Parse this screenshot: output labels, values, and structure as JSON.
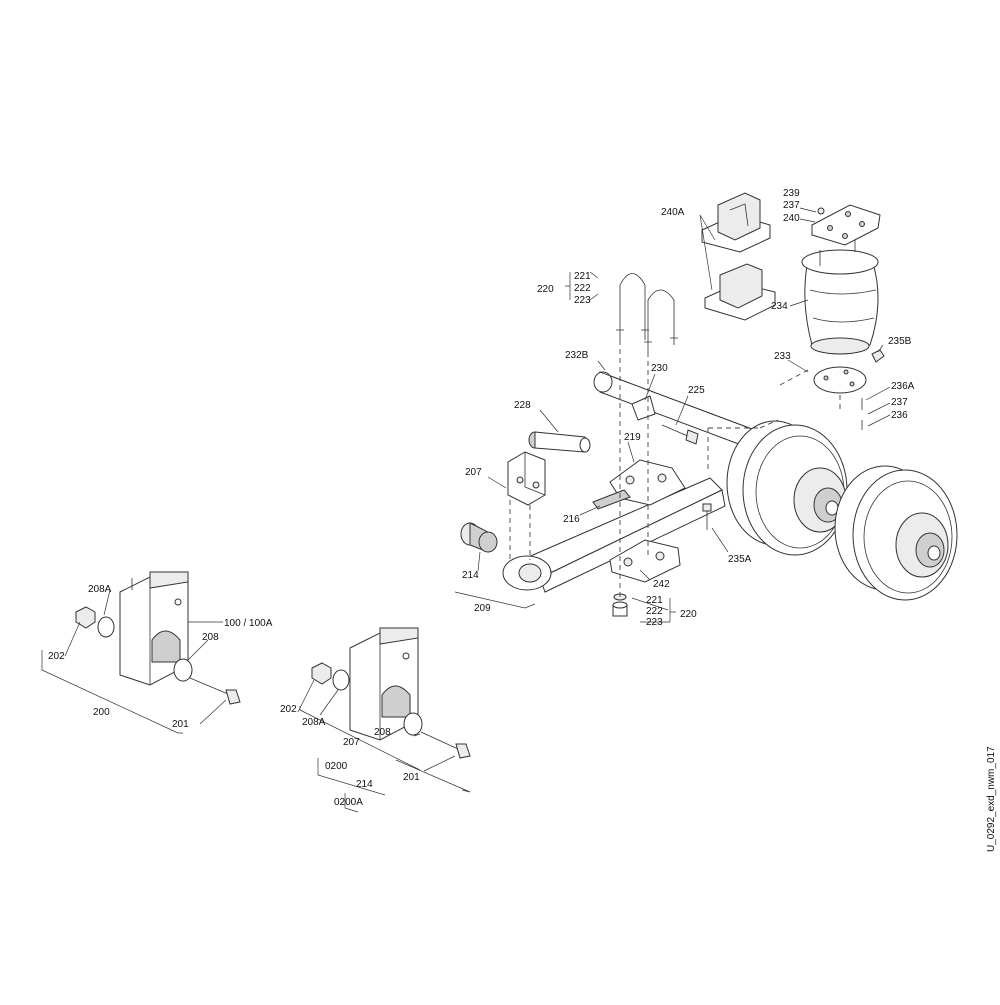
{
  "drawing_id": "U_0292_exd_nwm_017",
  "labels": {
    "l239": "239",
    "l237a": "237",
    "l240": "240",
    "l240A": "240A",
    "l221a": "221",
    "l222a": "222",
    "l223a": "223",
    "l220a": "220",
    "l234": "234",
    "l232B": "232B",
    "l230": "230",
    "l225": "225",
    "l235B": "235B",
    "l233": "233",
    "l236A": "236A",
    "l237b": "237",
    "l236": "236",
    "l228": "228",
    "l219": "219",
    "l207a": "207",
    "l216": "216",
    "l235A": "235A",
    "l214a": "214",
    "l242": "242",
    "l209": "209",
    "l221b": "221",
    "l222b": "222",
    "l223b": "223",
    "l220b": "220",
    "l208Aa": "208A",
    "l100": "100 / 100A",
    "l208a": "208",
    "l202a": "202",
    "l200": "200",
    "l201a": "201",
    "l202b": "202",
    "l208Ab": "208A",
    "l207b": "207",
    "l208b": "208",
    "l0200": "0200",
    "l201b": "201",
    "l214b": "214",
    "l0200A": "0200A"
  }
}
